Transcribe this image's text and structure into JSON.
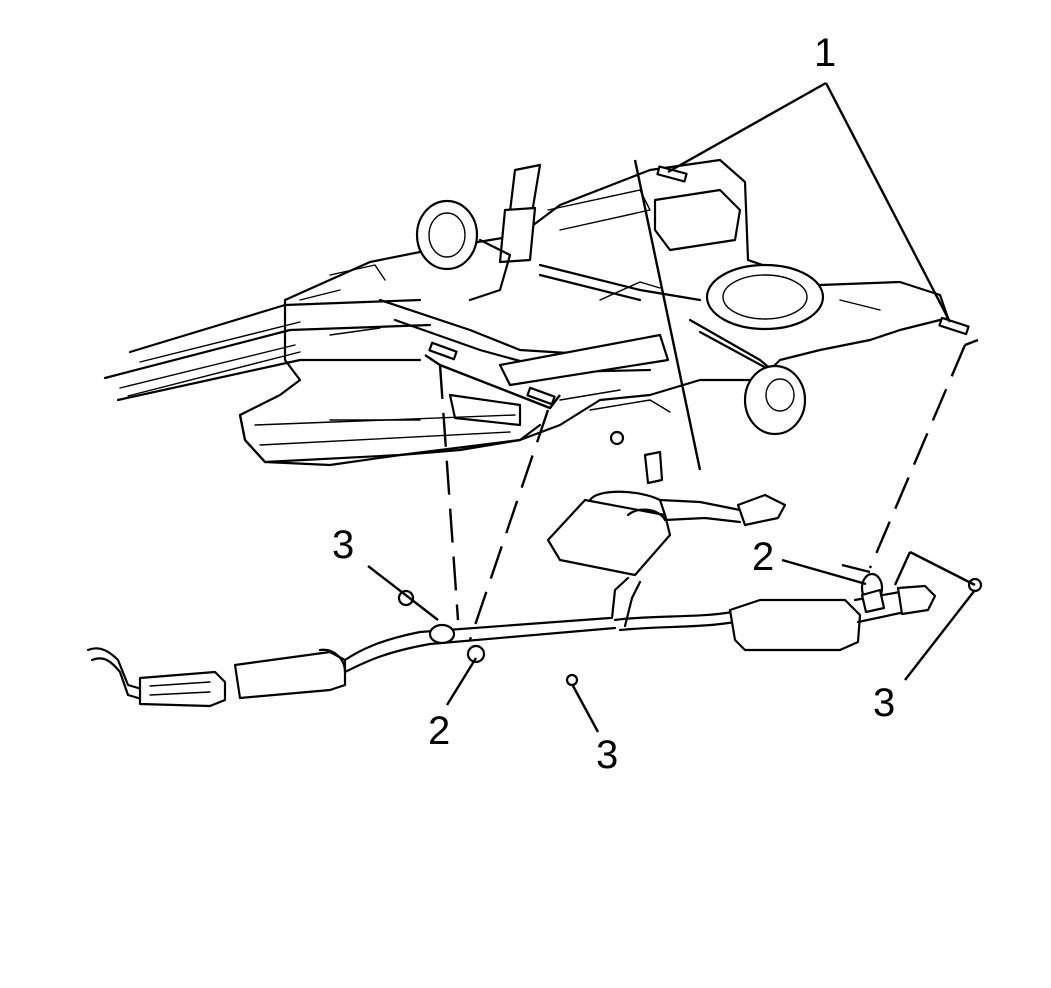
{
  "callouts": {
    "label_1": "1",
    "label_2_left": "2",
    "label_2_right": "2",
    "label_3_top_left": "3",
    "label_3_bottom_center": "3",
    "label_3_bottom_right": "3"
  },
  "colors": {
    "ink": "#000000",
    "background": "#ffffff"
  }
}
